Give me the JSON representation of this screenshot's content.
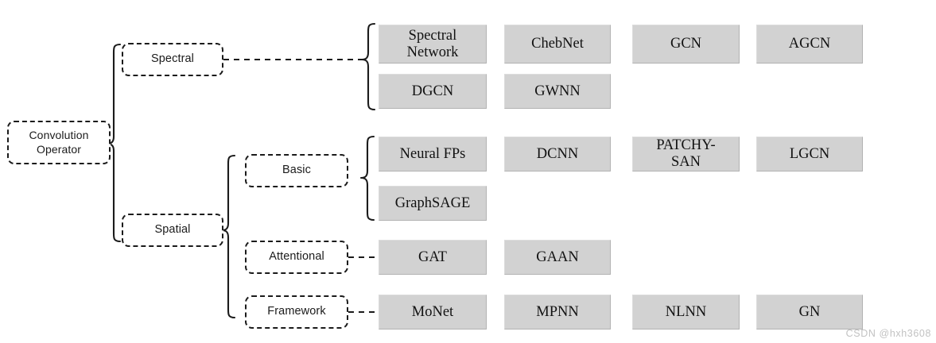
{
  "diagram": {
    "title": "Convolution Operator taxonomy",
    "root": {
      "label": "Convolution\nOperator"
    },
    "branches": [
      {
        "id": "spectral",
        "label": "Spectral"
      },
      {
        "id": "spatial",
        "label": "Spatial"
      }
    ],
    "spatial_children": [
      {
        "id": "basic",
        "label": "Basic"
      },
      {
        "id": "attentional",
        "label": "Attentional"
      },
      {
        "id": "framework",
        "label": "Framework"
      }
    ],
    "groups": [
      {
        "id": "spectral-methods",
        "parent": "Spectral",
        "rows": [
          [
            "Spectral\nNetwork",
            "ChebNet",
            "GCN",
            "AGCN"
          ],
          [
            "DGCN",
            "GWNN",
            "",
            ""
          ]
        ]
      },
      {
        "id": "basic-methods",
        "parent": "Basic",
        "rows": [
          [
            "Neural FPs",
            "DCNN",
            "PATCHY-\nSAN",
            "LGCN"
          ],
          [
            "GraphSAGE",
            "",
            "",
            ""
          ]
        ]
      },
      {
        "id": "attentional-methods",
        "parent": "Attentional",
        "rows": [
          [
            "GAT",
            "GAAN",
            "",
            ""
          ]
        ]
      },
      {
        "id": "framework-methods",
        "parent": "Framework",
        "rows": [
          [
            "MoNet",
            "MPNN",
            "NLNN",
            "GN"
          ]
        ]
      }
    ]
  },
  "watermark": {
    "text": "CSDN @hxh3608"
  },
  "colors": {
    "box_fill": "#d2d2d2",
    "box_border": "#b2b2b2",
    "line": "#1b1b1b",
    "watermark": "#c2c2c2",
    "background": "#ffffff"
  }
}
